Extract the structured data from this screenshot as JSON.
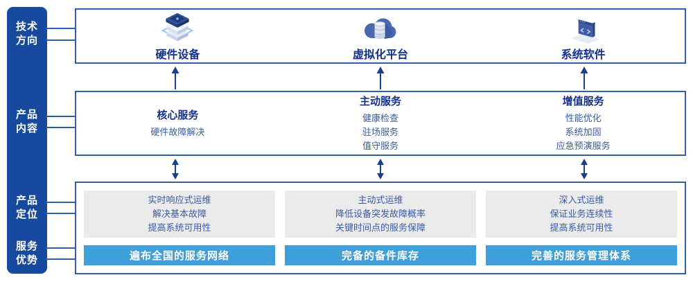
{
  "sidebar": {
    "items": [
      {
        "id": "tech-direction",
        "line1": "技术",
        "line2": "方向"
      },
      {
        "id": "product-content",
        "line1": "产品",
        "line2": "内容"
      },
      {
        "id": "product-positioning",
        "line1": "产品",
        "line2": "定位"
      },
      {
        "id": "service-advantage",
        "line1": "服务",
        "line2": "优势"
      }
    ]
  },
  "tech_row": {
    "items": [
      {
        "icon": "server-stack-icon",
        "label": "硬件设备"
      },
      {
        "icon": "cloud-database-icon",
        "label": "虚拟化平台"
      },
      {
        "icon": "code-window-icon",
        "label": "系统软件"
      }
    ]
  },
  "services_row": {
    "columns": [
      {
        "title": "核心服务",
        "items": [
          "硬件故障解决"
        ]
      },
      {
        "title": "主动服务",
        "items": [
          "健康检查",
          "驻场服务",
          "值守服务"
        ]
      },
      {
        "title": "增值服务",
        "items": [
          "性能优化",
          "系统加固",
          "应急预演服务"
        ]
      }
    ]
  },
  "positioning_row": {
    "columns": [
      {
        "description": [
          "实时响应式运维",
          "解决基本故障",
          "提高系统可用性"
        ],
        "banner": "遍布全国的服务网络"
      },
      {
        "description": [
          "主动式运维",
          "降低设备突发故障概率",
          "关键时间点的服务保障"
        ],
        "banner": "完备的备件库存"
      },
      {
        "description": [
          "深入式运维",
          "保证业务连续性",
          "提高系统可用性"
        ],
        "banner": "完善的服务管理体系"
      }
    ]
  },
  "colors": {
    "sidebar_bg": "#17499E",
    "box_border": "#2E5FA8",
    "title_text": "#13308C",
    "body_text": "#3A5BA6",
    "panel_bg": "#EBEBEB",
    "banner_bg": "#3E9FD9",
    "arrow": "#1B3E8F"
  }
}
